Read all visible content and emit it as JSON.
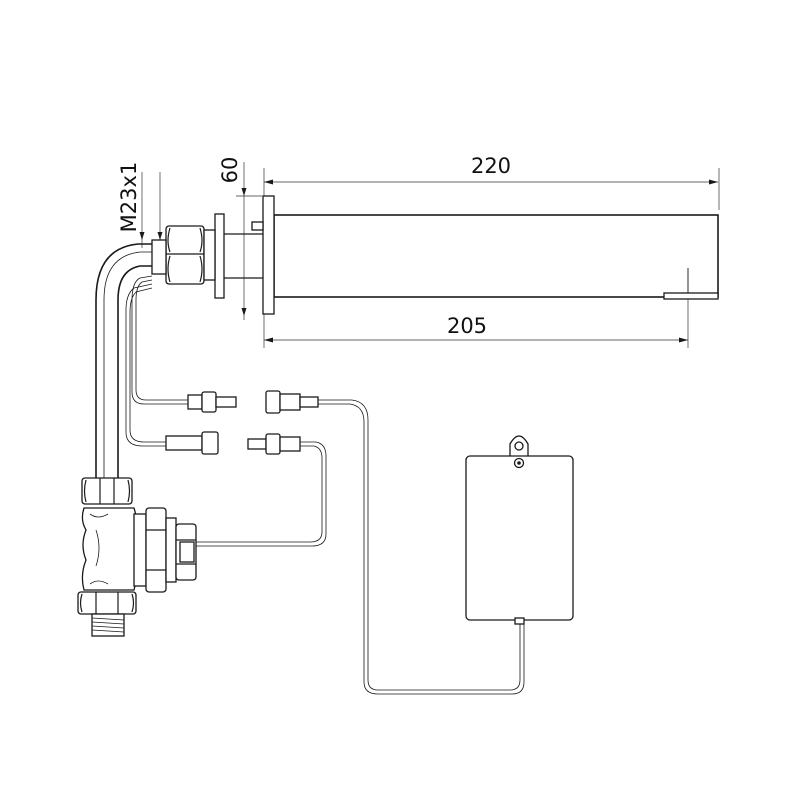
{
  "dimensions": {
    "spout_length": "220",
    "spout_inner_length": "205",
    "plate_height": "60",
    "thread_size": "M23x1"
  }
}
